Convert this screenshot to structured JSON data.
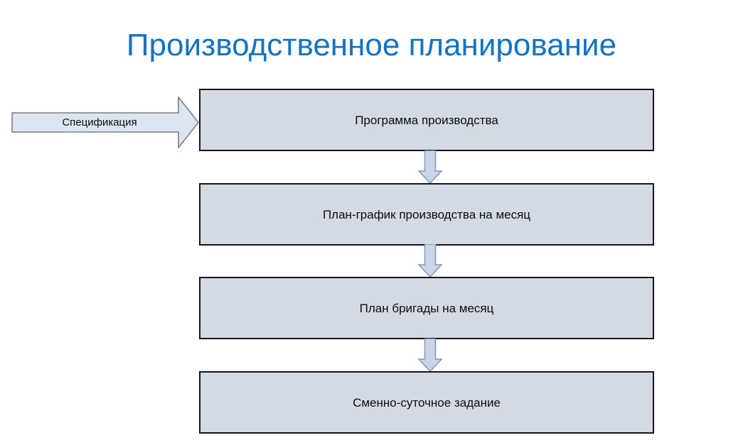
{
  "slide": {
    "title": "Производственное планирование",
    "title_color": "#1272C4",
    "background_color": "#FFFFFF"
  },
  "input_arrow": {
    "label": "Спецификация",
    "fill_color": "#DCE6F2",
    "border_color": "#7F7F7F",
    "direction": "right"
  },
  "flow": {
    "box_fill_color": "#D4DAE3",
    "box_border_color": "#171717",
    "connector_fill_color": "#C9D6E8",
    "connector_border_color": "#8096B4",
    "steps": [
      {
        "label": "Программа производства"
      },
      {
        "label": "План-график производства на месяц"
      },
      {
        "label": "План бригады на месяц"
      },
      {
        "label": "Сменно-суточное задание"
      }
    ],
    "connectors": [
      {
        "direction": "down"
      },
      {
        "direction": "down"
      },
      {
        "direction": "down"
      }
    ]
  }
}
